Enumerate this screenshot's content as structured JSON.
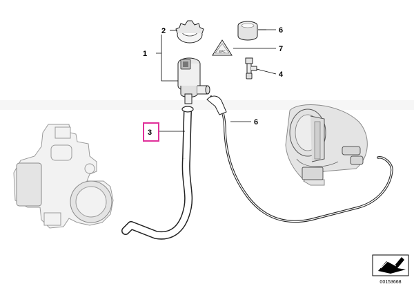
{
  "callouts": [
    {
      "id": "c1",
      "text": "1"
    },
    {
      "id": "c2",
      "text": "2"
    },
    {
      "id": "c3",
      "text": "3",
      "highlighted": true
    },
    {
      "id": "c4",
      "text": "4"
    },
    {
      "id": "c6a",
      "text": "6"
    },
    {
      "id": "c6b",
      "text": "6"
    },
    {
      "id": "c7",
      "text": "7"
    }
  ],
  "highlight_color": "#e0309a",
  "warning_label_text": "EPC",
  "document_number": "00153668",
  "icons": [
    "arrow-corner-icon"
  ]
}
